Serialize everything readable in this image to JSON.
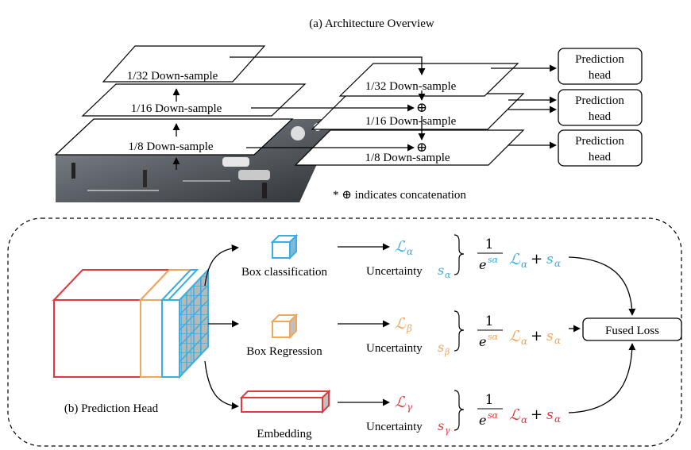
{
  "top": {
    "caption": "(a)  Architecture Overview",
    "left_layers": [
      "1/32 Down-sample",
      "1/16 Down-sample",
      "1/8 Down-sample"
    ],
    "right_layers": [
      "1/32 Down-sample",
      "1/16 Down-sample",
      "1/8 Down-sample"
    ],
    "concat_symbol": "⊕",
    "prediction_heads": [
      {
        "line1": "Prediction",
        "line2": "head"
      },
      {
        "line1": "Prediction",
        "line2": "head"
      },
      {
        "line1": "Prediction",
        "line2": "head"
      }
    ],
    "note_prefix": "* ",
    "note_symbol": "⊕",
    "note_text": " indicates concatenation"
  },
  "bottom": {
    "caption": "(b)  Prediction Head",
    "branches": [
      {
        "name": "Box classification",
        "loss_symbol": "ℒ",
        "loss_sub": "α",
        "uncertainty_label": "Uncertainty",
        "unc_symbol": "s",
        "unc_sub": "α",
        "fraction_num": "1",
        "fraction_den_base": "e",
        "fraction_den_exp": "sα",
        "term_loss": "ℒ",
        "term_loss_sub": "α",
        "plus": "+",
        "term_s": "s",
        "term_s_sub": "α",
        "color": "#3aaee0"
      },
      {
        "name": "Box Regression",
        "loss_symbol": "ℒ",
        "loss_sub": "β",
        "uncertainty_label": "Uncertainty",
        "unc_symbol": "s",
        "unc_sub": "β",
        "fraction_num": "1",
        "fraction_den_base": "e",
        "fraction_den_exp": "sα",
        "term_loss": "ℒ",
        "term_loss_sub": "α",
        "plus": "+",
        "term_s": "s",
        "term_s_sub": "α",
        "color": "#f0a75a"
      },
      {
        "name": "Embedding",
        "loss_symbol": "ℒ",
        "loss_sub": "γ",
        "uncertainty_label": "Uncertainty",
        "unc_symbol": "s",
        "unc_sub": "γ",
        "fraction_num": "1",
        "fraction_den_base": "e",
        "fraction_den_exp": "sα",
        "term_loss": "ℒ",
        "term_loss_sub": "α",
        "plus": "+",
        "term_s": "s",
        "term_s_sub": "α",
        "color": "#e0393e"
      }
    ],
    "fused_loss": "Fused Loss"
  },
  "colors": {
    "blue": "#3aaee0",
    "orange": "#f0a75a",
    "red": "#e0393e",
    "grid_fill": "#b8b8b8",
    "line": "#000000"
  }
}
